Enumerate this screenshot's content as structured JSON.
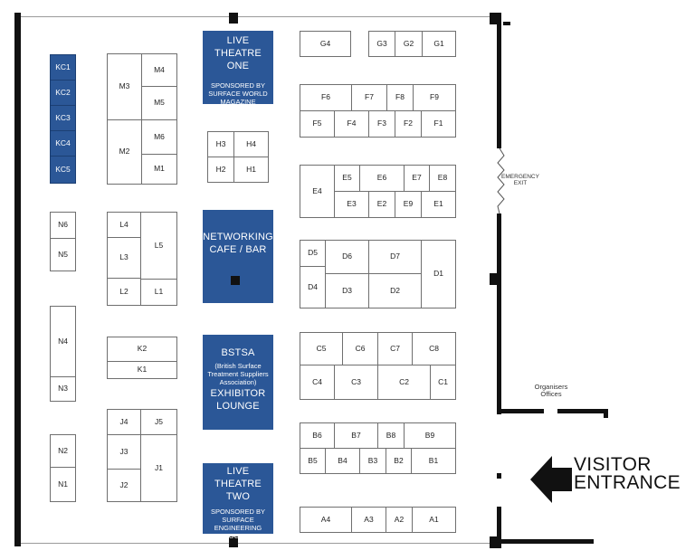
{
  "stands": {
    "KC1": "KC1",
    "KC2": "KC2",
    "KC3": "KC3",
    "KC4": "KC4",
    "KC5": "KC5",
    "M1": "M1",
    "M2": "M2",
    "M3": "M3",
    "M4": "M4",
    "M5": "M5",
    "M6": "M6",
    "H1": "H1",
    "H2": "H2",
    "H3": "H3",
    "H4": "H4",
    "G1": "G1",
    "G2": "G2",
    "G3": "G3",
    "G4": "G4",
    "F1": "F1",
    "F2": "F2",
    "F3": "F3",
    "F4": "F4",
    "F5": "F5",
    "F6": "F6",
    "F7": "F7",
    "F8": "F8",
    "F9": "F9",
    "E1": "E1",
    "E2": "E2",
    "E3": "E3",
    "E4": "E4",
    "E5": "E5",
    "E6": "E6",
    "E7": "E7",
    "E8": "E8",
    "E9": "E9",
    "D1": "D1",
    "D2": "D2",
    "D3": "D3",
    "D4": "D4",
    "D5": "D5",
    "D6": "D6",
    "D7": "D7",
    "N1": "N1",
    "N2": "N2",
    "N3": "N3",
    "N4": "N4",
    "N5": "N5",
    "N6": "N6",
    "L1": "L1",
    "L2": "L2",
    "L3": "L3",
    "L4": "L4",
    "L5": "L5",
    "K1": "K1",
    "K2": "K2",
    "C1": "C1",
    "C2": "C2",
    "C3": "C3",
    "C4": "C4",
    "C5": "C5",
    "C6": "C6",
    "C7": "C7",
    "C8": "C8",
    "J1": "J1",
    "J2": "J2",
    "J3": "J3",
    "J4": "J4",
    "J5": "J5",
    "B1": "B1",
    "B2": "B2",
    "B3": "B3",
    "B4": "B4",
    "B5": "B5",
    "B6": "B6",
    "B7": "B7",
    "B8": "B8",
    "B9": "B9",
    "A1": "A1",
    "A2": "A2",
    "A3": "A3",
    "A4": "A4"
  },
  "features": {
    "theatre_one": {
      "title": "LIVE THEATRE\nONE",
      "sponsor": "SPONSORED BY\nSURFACE WORLD\nMAGAZINE"
    },
    "networking": {
      "title": "NETWORKING\nCAFE / BAR"
    },
    "bstsa": {
      "title": "BSTSA",
      "subtitle": "(British Surface\nTreatment Suppliers\nAssociation)",
      "lounge": "EXHIBITOR\nLOUNGE"
    },
    "theatre_two": {
      "title": "LIVE THEATRE\nTWO",
      "sponsor": "SPONSORED BY\nSURFACE ENGINEERING\nASSOCIATION"
    }
  },
  "labels": {
    "emergency_exit": "EMERGENCY\nEXIT",
    "organisers_offices": "Organisers\nOffices",
    "visitor_line1": "VISITOR",
    "visitor_line2": "ENTRANCE"
  },
  "icons": {
    "entrance_arrow": "arrow-left-icon"
  },
  "colors": {
    "feature_blue": "#2b5797",
    "wall": "#111111"
  }
}
